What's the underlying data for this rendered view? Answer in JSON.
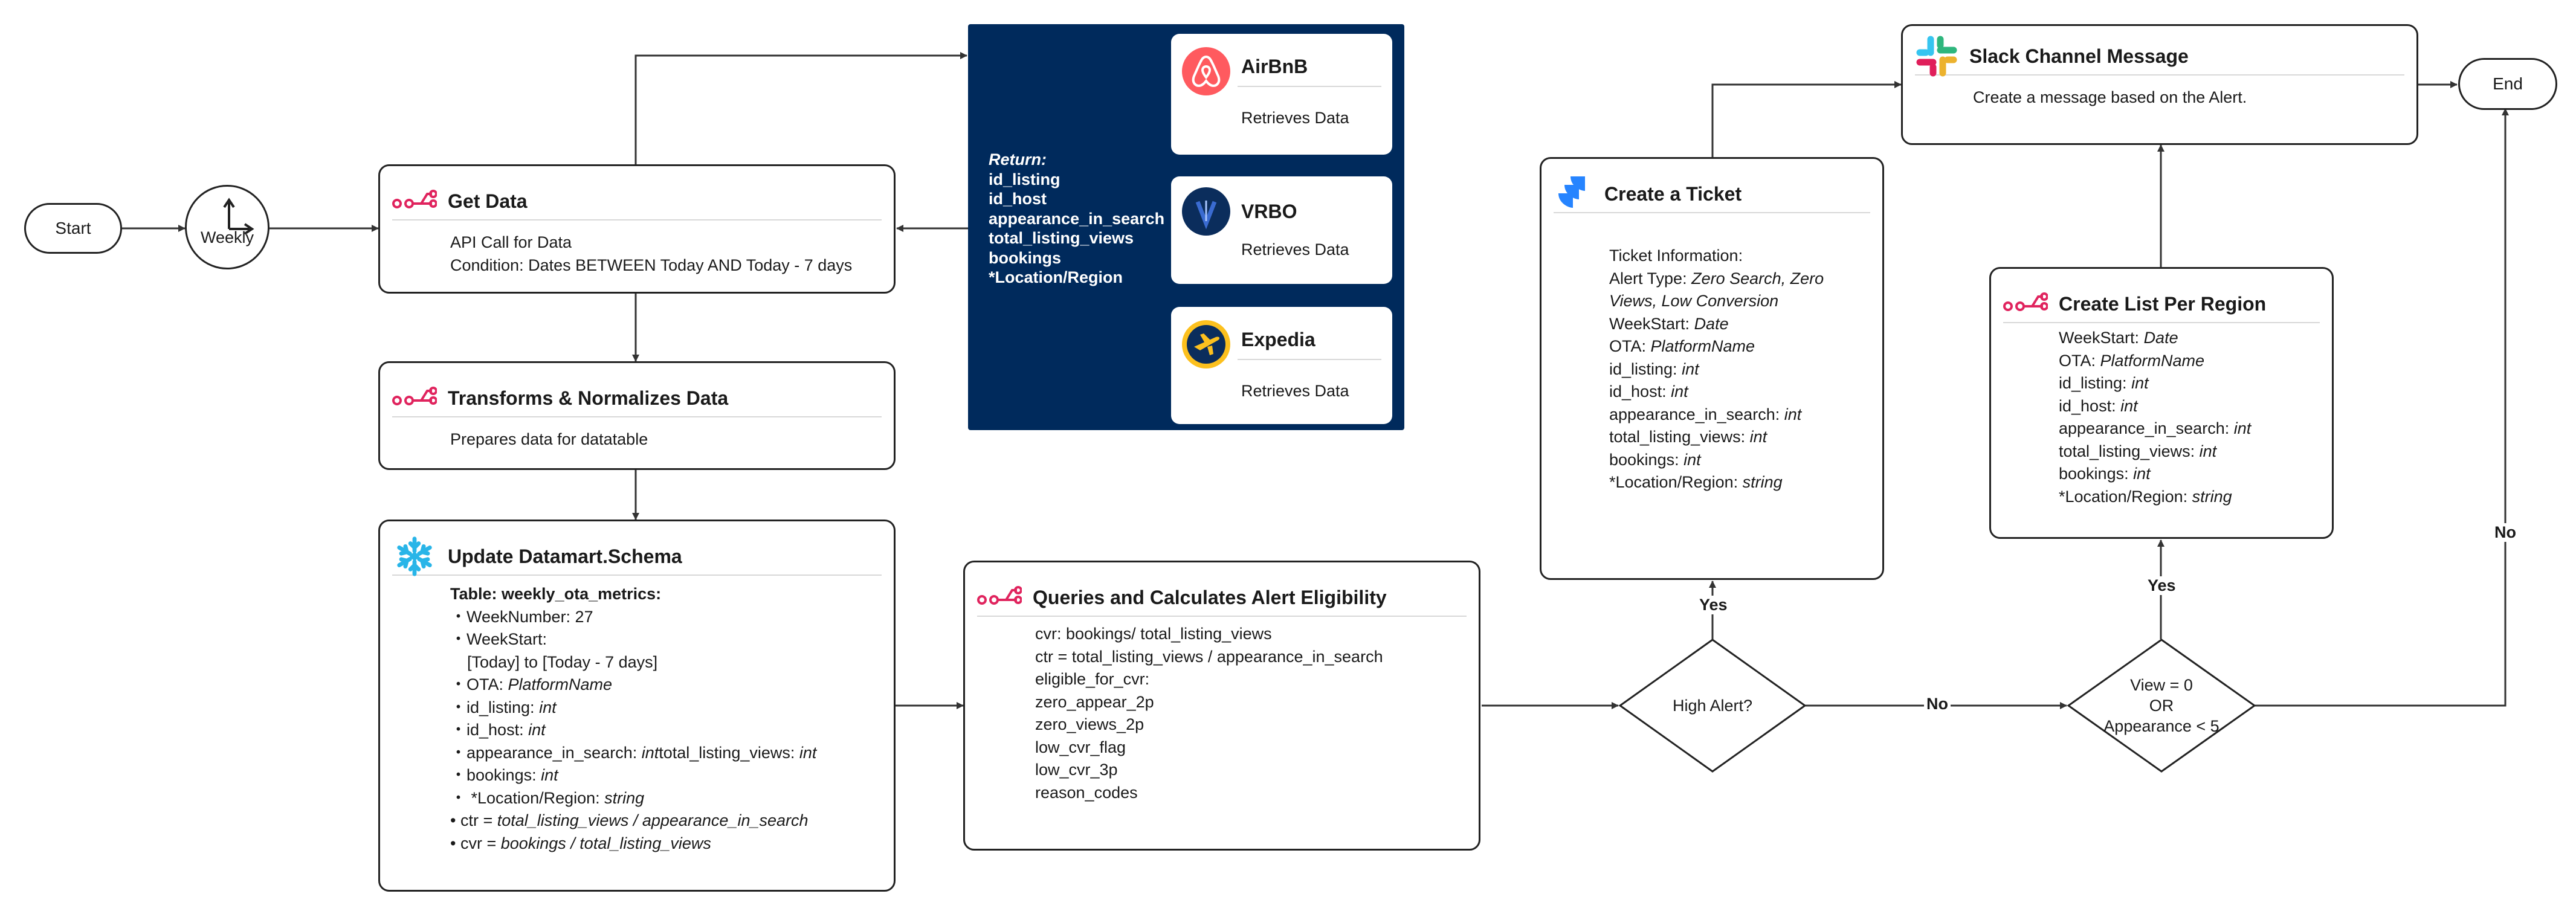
{
  "start": "Start",
  "weekly": "Weekly",
  "end": "End",
  "get_data": {
    "title": "Get Data",
    "lines": [
      "API Call for Data",
      "Condition: Dates BETWEEN Today AND  Today - 7 days"
    ]
  },
  "transforms": {
    "title": "Transforms & Normalizes Data",
    "lines": [
      "Prepares data for datatable"
    ]
  },
  "update": {
    "title": "Update Datamart.Schema",
    "table_label": "Table: weekly_ota_metrics:",
    "week_number": "・WeekNumber: 27",
    "week_start_label": "・WeekStart:",
    "week_start_value": "[Today] to [Today - 7 days]",
    "ota_label": "・OTA: ",
    "ota_type": "PlatformName",
    "id_listing_label": "・id_listing: ",
    "id_listing_type": "int",
    "id_host_label": "・id_host: ",
    "id_host_type": "int",
    "appearance_label": "・appearance_in_search: ",
    "appearance_type": "int",
    "total_views_label": "total_listing_views: ",
    "total_views_type": "int",
    "bookings_label": "・bookings: ",
    "bookings_type": "int",
    "location_label": "・ *Location/Region: ",
    "location_type": "string",
    "ctr_label": "• ctr = ",
    "ctr_formula": "total_listing_views / appearance_in_search",
    "cvr_label": "• cvr = ",
    "cvr_formula": "bookings / total_listing_views"
  },
  "return_block": {
    "title": "Return:",
    "items": [
      "id_listing",
      "id_host",
      "appearance_in_search",
      "total_listing_views",
      "bookings",
      "*Location/Region"
    ]
  },
  "ota_sources": [
    {
      "name": "AirBnB",
      "desc": "Retrieves Data",
      "color": "#ff5a5f"
    },
    {
      "name": "VRBO",
      "desc": "Retrieves Data",
      "color": "#0b2d5c"
    },
    {
      "name": "Expedia",
      "desc": "Retrieves Data",
      "color": "#fcc01e"
    }
  ],
  "queries": {
    "title": "Queries and Calculates Alert Eligibility",
    "lines": [
      "cvr: bookings/ total_listing_views",
      "ctr = total_listing_views / appearance_in_search",
      "eligible_for_cvr:",
      "zero_appear_2p",
      "zero_views_2p",
      "low_cvr_flag",
      "low_cvr_3p",
      "reason_codes"
    ]
  },
  "high_alert": "High Alert?",
  "view_check": {
    "line1": "View = 0",
    "line2": "OR",
    "line3": "Appearance < 5"
  },
  "edge_labels": {
    "yes1": "Yes",
    "yes2": "Yes",
    "no1": "No",
    "no2": "No"
  },
  "ticket": {
    "title": "Create a Ticket",
    "info": "Ticket Information:",
    "alert_type_label": "Alert Type: ",
    "alert_type_value": "Zero Search, Zero Views, Low Conversion",
    "week_start_label": "WeekStart: ",
    "week_start_type": "Date",
    "ota_label": "OTA: ",
    "ota_type": "PlatformName",
    "id_listing_label": "id_listing: ",
    "id_listing_type": "int",
    "id_host_label": "id_host: ",
    "id_host_type": "int",
    "appearance_label": "appearance_in_search: ",
    "appearance_type": "int",
    "total_views_label": "total_listing_views: ",
    "total_views_type": "int",
    "bookings_label": "bookings: ",
    "bookings_type": "int",
    "location_label": " *Location/Region: ",
    "location_type": "string"
  },
  "region_list": {
    "title": "Create List Per Region",
    "week_start_label": "WeekStart: ",
    "week_start_type": "Date",
    "ota_label": "OTA: ",
    "ota_type": "PlatformName",
    "id_listing_label": "id_listing: ",
    "id_listing_type": "int",
    "id_host_label": "id_host: ",
    "id_host_type": "int",
    "appearance_label": "appearance_in_search: ",
    "appearance_type": "int",
    "total_views_label": "total_listing_views: ",
    "total_views_type": "int",
    "bookings_label": "bookings: ",
    "bookings_type": "int",
    "location_label": "*Location/Region: ",
    "location_type": "string"
  },
  "slack": {
    "title": "Slack Channel Message",
    "desc": "Create a message based on the Alert."
  },
  "colors": {
    "navy": "#002a5c",
    "workflow_icon": "#e0245e",
    "snowflake": "#29b5e8",
    "jira": "#2684ff"
  },
  "icons": {
    "workflow": "workflow-icon",
    "snowflake": "snowflake-icon",
    "jira": "jira-icon",
    "slack": "slack-icon",
    "clock": "clock-icon"
  }
}
